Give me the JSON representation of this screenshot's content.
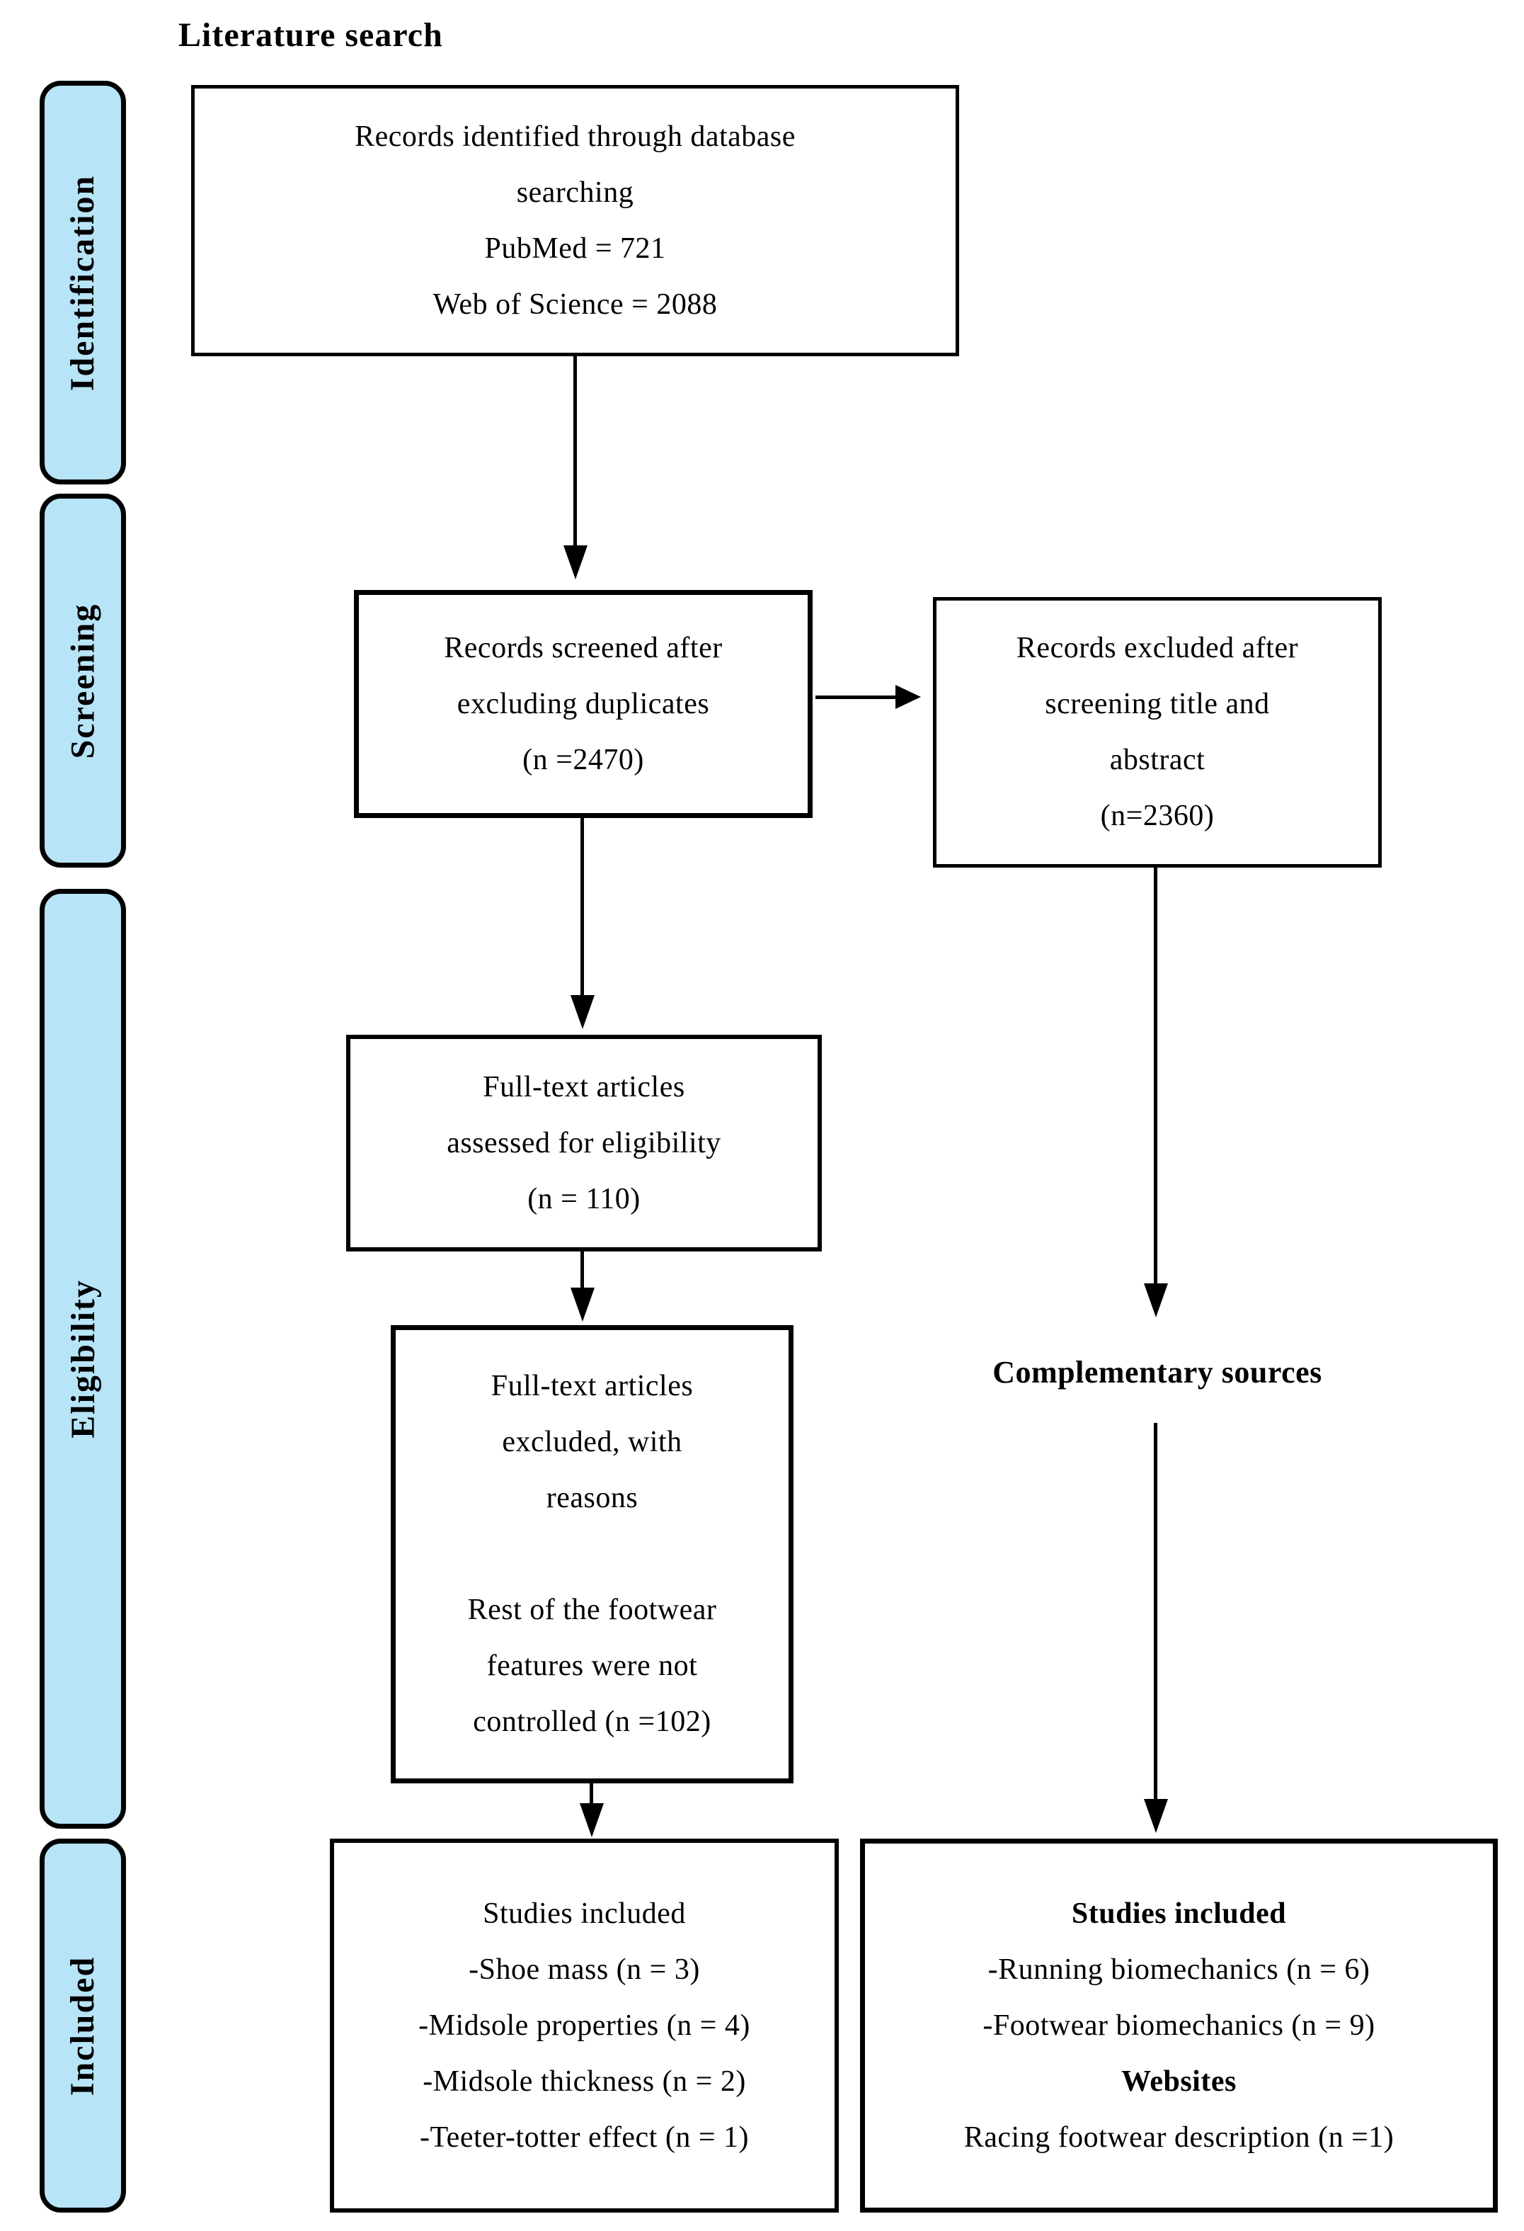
{
  "title": "Literature search",
  "colors": {
    "stage_fill": "#b7e4f7",
    "line": "#000000"
  },
  "sidebar": {
    "stages": [
      {
        "label": "Identification"
      },
      {
        "label": "Screening"
      },
      {
        "label": "Eligibility"
      },
      {
        "label": "Included"
      }
    ]
  },
  "boxes": {
    "identified": {
      "lines": [
        "Records identified through database",
        "searching",
        "PubMed = 721",
        "Web of Science = 2088"
      ]
    },
    "screened": {
      "lines": [
        "Records screened after",
        "excluding duplicates",
        "(n =2470)"
      ]
    },
    "excluded": {
      "lines": [
        "Records excluded after",
        "screening title and",
        "abstract",
        "(n=2360)"
      ]
    },
    "assessed": {
      "lines": [
        "Full-text articles",
        "assessed for eligibility",
        "(n = 110)"
      ]
    },
    "fulltext_excluded": {
      "lines": [
        "Full-text articles",
        "excluded, with",
        "reasons",
        "",
        "Rest of the footwear",
        "features were not",
        "controlled (n =102)"
      ]
    },
    "included_left": {
      "lines": [
        "Studies included",
        "-Shoe mass (n = 3)",
        "-Midsole properties (n = 4)",
        "-Midsole thickness (n = 2)",
        "-Teeter-totter effect (n = 1)"
      ]
    },
    "included_right": {
      "lines": [
        "Studies included",
        "-Running biomechanics (n = 6)",
        "-Footwear biomechanics (n = 9)",
        "Websites",
        "Racing footwear description (n =1)"
      ]
    }
  },
  "labels": {
    "complementary_sources": "Complementary sources"
  }
}
